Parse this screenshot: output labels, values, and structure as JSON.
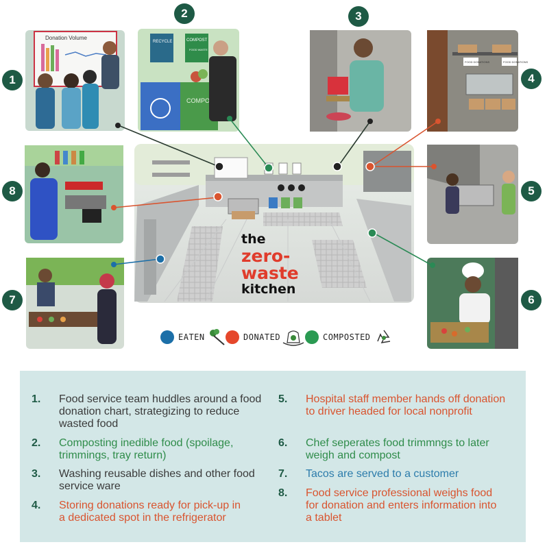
{
  "diagram": {
    "title": {
      "line1": "the",
      "line2": "zero-",
      "line3": "waste",
      "line4": "kitchen"
    },
    "chart_in_scene_title": "Donation Volume",
    "bin_labels": {
      "recycle": "RECYCLE",
      "compost": "COMPOST",
      "compost_sub": "FOOD WASTE",
      "bin_compost": "COMPO"
    },
    "tray_labels": {
      "a": "FOOD DONATIONS",
      "b": "FOOD DONATIONS"
    },
    "badges": [
      "1",
      "2",
      "3",
      "4",
      "5",
      "6",
      "7",
      "8"
    ],
    "legend": [
      {
        "label": "EATEN",
        "color": "#1c6fa8"
      },
      {
        "label": "DONATED",
        "color": "#e5472b"
      },
      {
        "label": "COMPOSTED",
        "color": "#2a9a52"
      }
    ]
  },
  "captions": [
    {
      "num": "1.",
      "text": "Food service team huddles around a food donation chart, strategizing to reduce wasted food",
      "color": "#3a3a3a"
    },
    {
      "num": "2.",
      "text": "Composting inedible food (spoilage, trimmings, tray return)",
      "color": "#2f8c4a"
    },
    {
      "num": "3.",
      "text": "Washing reusable dishes and other food service ware",
      "color": "#3a3a3a"
    },
    {
      "num": "4.",
      "text": "Storing donations ready for pick-up in a dedicated spot in the refrigerator",
      "color": "#d9542f"
    },
    {
      "num": "5.",
      "text": "Hospital staff member hands off donation to driver headed for local nonprofit",
      "color": "#d9542f"
    },
    {
      "num": "6.",
      "text": "Chef seperates food trimmngs to later weigh and compost",
      "color": "#2f8c4a"
    },
    {
      "num": "7.",
      "text": "Tacos are served to a customer",
      "color": "#2c7cab"
    },
    {
      "num": "8.",
      "text": "Food service professional weighs food for donation and enters information into a tablet",
      "color": "#d9542f"
    }
  ]
}
